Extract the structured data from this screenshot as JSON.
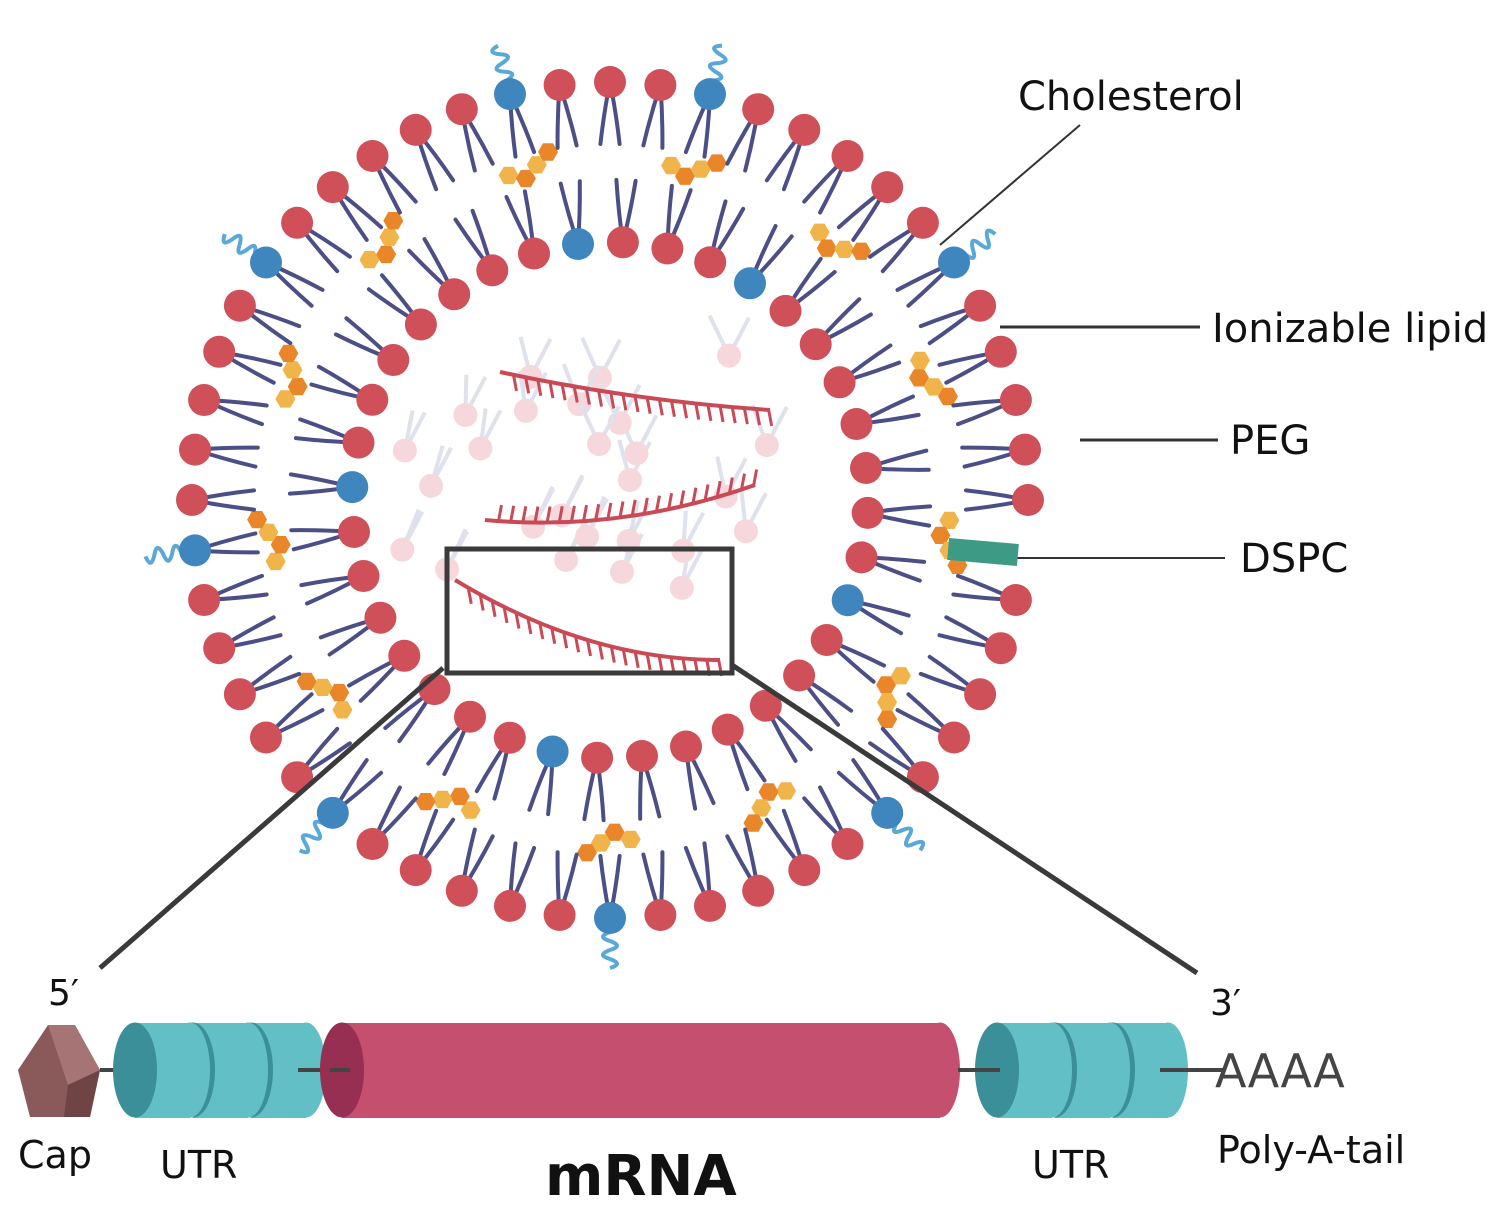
{
  "labels": {
    "cholesterol": "Cholesterol",
    "ionizable_lipid": "Ionizable lipid",
    "peg": "PEG",
    "dspc": "DSPC",
    "five_prime": "5′",
    "three_prime": "3′",
    "cap": "Cap",
    "utr_left": "UTR",
    "mrna": "mRNA",
    "utr_right": "UTR",
    "poly_a_seq": "AAAA",
    "poly_a_tail": "Poly-A-tail"
  },
  "colors": {
    "ionizable_lipid": "#d0505a",
    "peg_lipid": "#3f86bf",
    "peg_chain": "#5aa8d8",
    "tail": "#4b4f86",
    "cholesterol_light": "#f0b44a",
    "cholesterol_dark": "#e9862a",
    "dspc": "#3c9a85",
    "core_lipid": "#f6d8dc",
    "mrna_strand": "#c94a55",
    "cap": "#8a5a5a",
    "utr": "#63bfc6",
    "utr_dark": "#3a8f98",
    "mrna_cylinder": "#c44f6e",
    "mrna_cylinder_end": "#962f52"
  }
}
